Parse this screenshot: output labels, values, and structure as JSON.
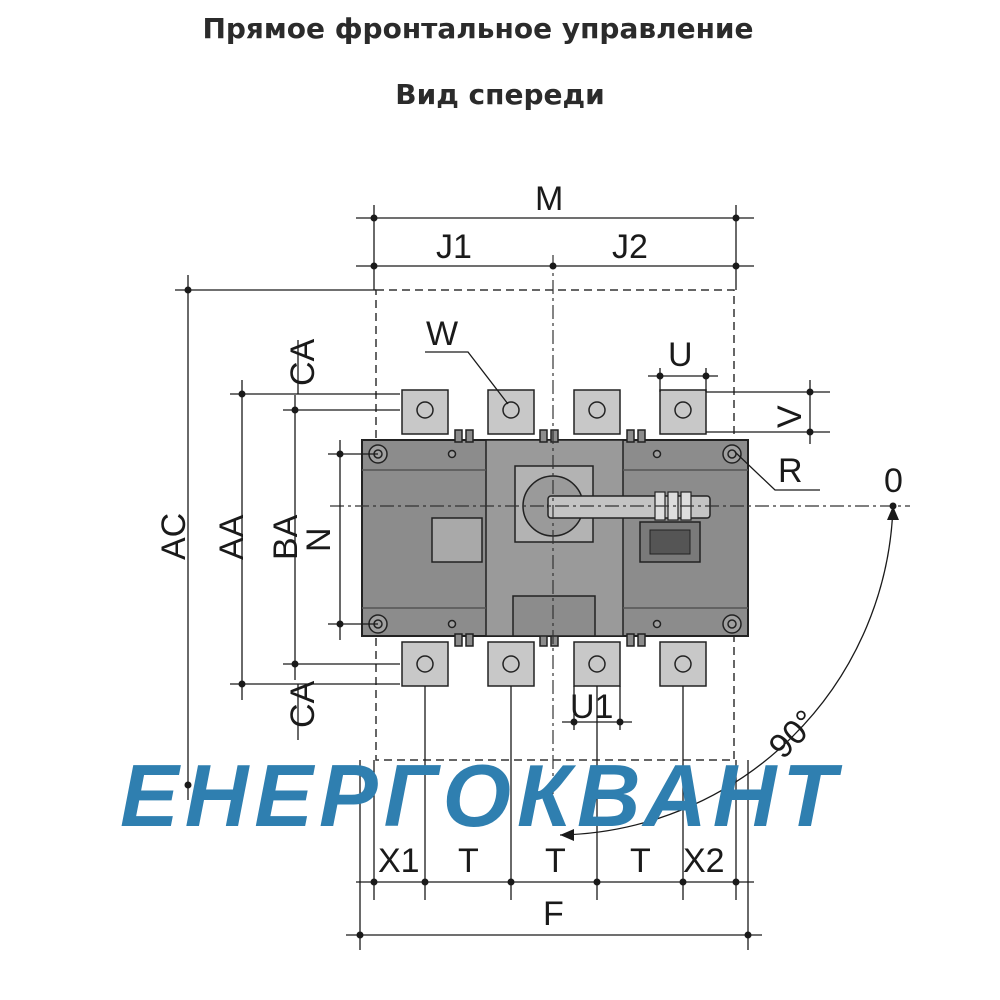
{
  "header": {
    "title": "Прямое фронтальное управление",
    "subtitle": "Вид спереди"
  },
  "dimensions": {
    "M": "M",
    "J1": "J1",
    "J2": "J2",
    "W": "W",
    "U": "U",
    "V": "V",
    "R": "R",
    "zero": "0",
    "CA_top": "CA",
    "CA_bottom": "CA",
    "AC": "AC",
    "AA": "AA",
    "BA": "BA",
    "N": "N",
    "U1": "U1",
    "angle": "90°",
    "X1": "X1",
    "T1": "T",
    "T2": "T",
    "T3": "T",
    "X2": "X2",
    "F": "F"
  },
  "watermark": {
    "text": "ЕНЕРГОКВАНТ"
  },
  "colors": {
    "body": "#8c8c8c",
    "terminal": "#c8c8c8",
    "line": "#1a1a1a",
    "watermark": "#2f7fb0"
  }
}
